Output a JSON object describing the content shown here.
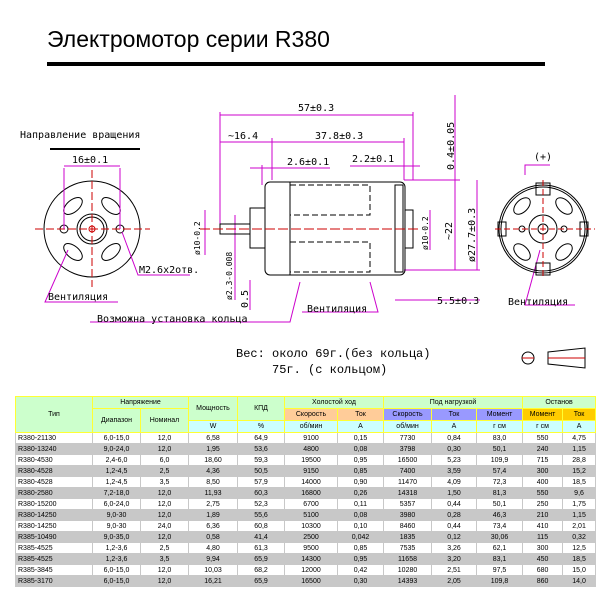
{
  "title": "Электромотор серии R380",
  "drawing": {
    "rotation_label": "Направление вращения",
    "dim_16": "16±0.1",
    "holes": "M2.6x2отв.",
    "vent_left": "Вентиляция",
    "vent_mid": "Вентиляция",
    "vent_right": "Вентиляция",
    "ring": "Возможна установка кольца",
    "dim_57": "57±0.3",
    "dim_16_4": "~16.4",
    "dim_37_8": "37.8±0.3",
    "dim_2_6": "2.6±0.1",
    "dim_2_2": "2.2±0.1",
    "dim_0_4": "0.4±0.05",
    "dim_shaft_d": "ø10-0.2",
    "dim_shaft": "ø2.3-0.008",
    "dim_0_5": "0.5",
    "dim_boss": "ø10-0.2",
    "dim_22": "~22",
    "dim_27_7": "ø27.7±0.3",
    "dim_5_5": "5.5±0.3",
    "plus": "(+)"
  },
  "weight": {
    "line1": "Вес: около 69г.(без кольца)",
    "line2": "     75г. (с кольцом)"
  },
  "table": {
    "col_type": "Тип",
    "grp_voltage": "Напряжение",
    "col_range": "Диапазон",
    "col_nominal": "Номинал",
    "col_power": "Мощность",
    "col_eff": "КПД",
    "grp_noload": "Холостой ход",
    "grp_load": "Под нагрузкой",
    "grp_stall": "Останов",
    "speed": "Скорость",
    "current": "Ток",
    "torque": "Момент",
    "u_w": "W",
    "u_pct": "%",
    "u_rpm": "об/мин",
    "u_a": "A",
    "u_gcm": "г см",
    "rows": [
      [
        "R380-21130",
        "6,0-15,0",
        "12,0",
        "6,58",
        "64,9",
        "9100",
        "0,15",
        "7730",
        "0,84",
        "83,0",
        "550",
        "4,75"
      ],
      [
        "R380-13240",
        "9,0-24,0",
        "12,0",
        "1,95",
        "53,6",
        "4800",
        "0,08",
        "3798",
        "0,30",
        "50,1",
        "240",
        "1,15"
      ],
      [
        "R380-4530",
        "2,4-6,0",
        "6,0",
        "18,60",
        "59,3",
        "19500",
        "0,95",
        "16500",
        "5,23",
        "109,9",
        "715",
        "28,8"
      ],
      [
        "R380-4528",
        "1,2-4,5",
        "2,5",
        "4,36",
        "50,5",
        "9150",
        "0,85",
        "7400",
        "3,59",
        "57,4",
        "300",
        "15,2"
      ],
      [
        "R380-4528",
        "1,2-4,5",
        "3,5",
        "8,50",
        "57,9",
        "14000",
        "0,90",
        "11470",
        "4,09",
        "72,3",
        "400",
        "18,5"
      ],
      [
        "R380-2580",
        "7,2-18,0",
        "12,0",
        "11,93",
        "60,3",
        "16800",
        "0,26",
        "14318",
        "1,50",
        "81,3",
        "550",
        "9,6"
      ],
      [
        "R380-15200",
        "6,0-24,0",
        "12,0",
        "2,75",
        "52,3",
        "6700",
        "0,11",
        "5357",
        "0,44",
        "50,1",
        "250",
        "1,75"
      ],
      [
        "R380-14250",
        "9,0-30",
        "12,0",
        "1,89",
        "55,6",
        "5100",
        "0,08",
        "3980",
        "0,28",
        "46,3",
        "210",
        "1,15"
      ],
      [
        "R380-14250",
        "9,0-30",
        "24,0",
        "6,36",
        "60,8",
        "10300",
        "0,10",
        "8460",
        "0,44",
        "73,4",
        "410",
        "2,01"
      ],
      [
        "R385-10490",
        "9,0-35,0",
        "12,0",
        "0,58",
        "41,4",
        "2500",
        "0,042",
        "1835",
        "0,12",
        "30,06",
        "115",
        "0,32"
      ],
      [
        "R385-4525",
        "1,2-3,6",
        "2,5",
        "4,80",
        "61,3",
        "9500",
        "0,85",
        "7535",
        "3,26",
        "62,1",
        "300",
        "12,5"
      ],
      [
        "R385-4525",
        "1,2-3,6",
        "3,5",
        "9,94",
        "65,9",
        "14300",
        "0,95",
        "11658",
        "3,20",
        "83,1",
        "450",
        "18,5"
      ],
      [
        "R385-3845",
        "6,0-15,0",
        "12,0",
        "10,03",
        "68,2",
        "12000",
        "0,42",
        "10280",
        "2,51",
        "97,5",
        "680",
        "15,0"
      ],
      [
        "R385-3170",
        "6,0-15,0",
        "12,0",
        "16,21",
        "65,9",
        "16500",
        "0,30",
        "14393",
        "2,05",
        "109,8",
        "860",
        "14,0"
      ]
    ]
  }
}
